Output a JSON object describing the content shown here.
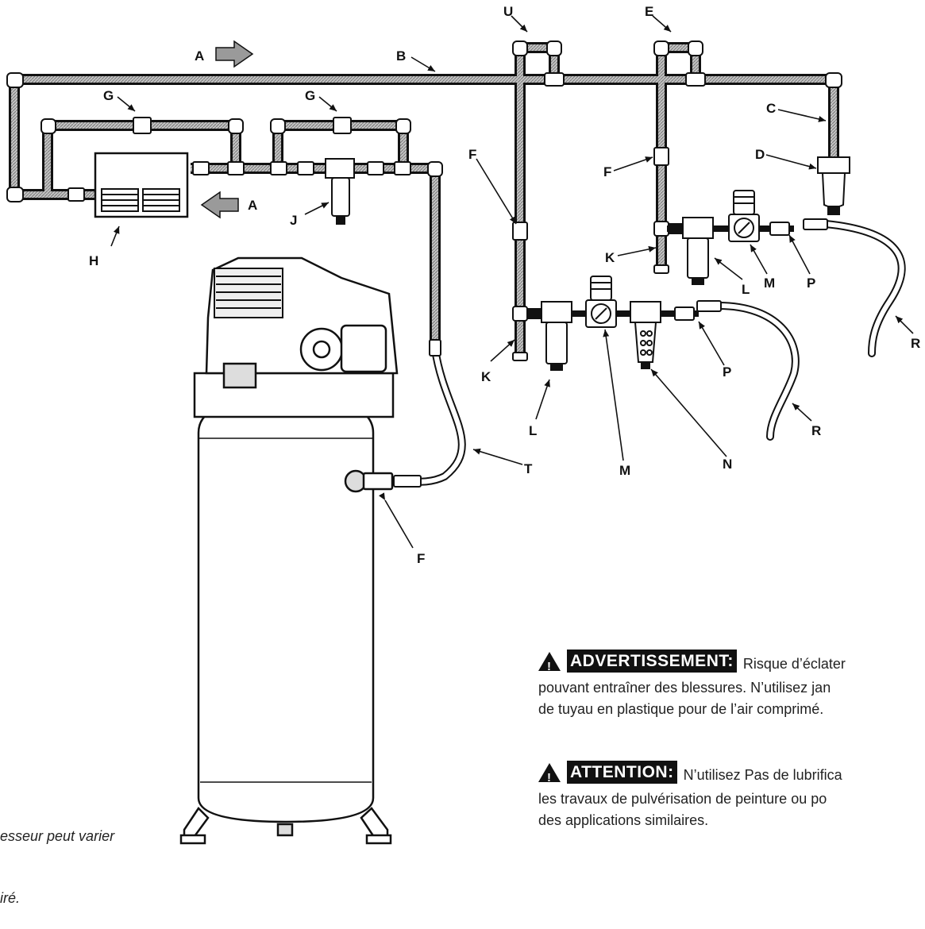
{
  "labels": {
    "A1": "A",
    "A2": "A",
    "B": "B",
    "C": "C",
    "D": "D",
    "E": "E",
    "F1": "F",
    "F2": "F",
    "F3": "F",
    "G1": "G",
    "G2": "G",
    "H": "H",
    "J": "J",
    "K1": "K",
    "K2": "K",
    "L1": "L",
    "L2": "L",
    "M1": "M",
    "M2": "M",
    "N": "N",
    "P1": "P",
    "P2": "P",
    "R1": "R",
    "R2": "R",
    "T": "T",
    "U": "U"
  },
  "warning": {
    "tag": "ADVERTISSEMENT:",
    "line1": "Risque d’éclater",
    "line2": "pouvant entraîner des blessures. N’utilisez jan",
    "line3": "de tuyau en plastique pour de l’air comprimé."
  },
  "caution": {
    "tag": "ATTENTION:",
    "line1": "N’utilisez Pas de lubrifica",
    "line2": "les travaux de pulvérisation de peinture ou po",
    "line3": "des applications similaires."
  },
  "note": {
    "line1": "esseur peut varier",
    "line2": "iré."
  },
  "colors": {
    "ink": "#111111",
    "pipe_fill": "#b8b8b8",
    "arrow_fill": "#9a9a9a"
  }
}
